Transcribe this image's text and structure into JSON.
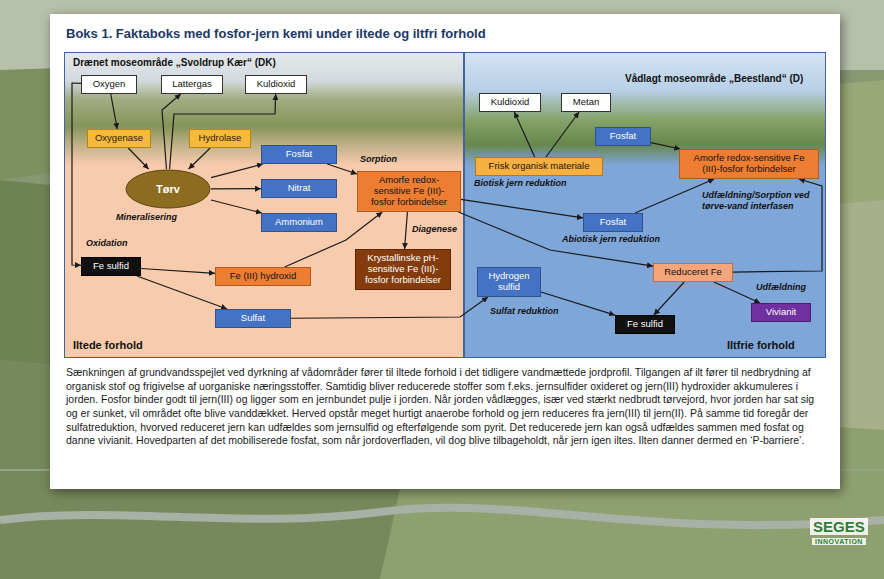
{
  "diagram": {
    "title": "Boks 1. Faktaboks med fosfor-jern kemi under iltede og iltfri forhold",
    "caption": "Sænkningen af grundvandsspejlet ved dyrkning af vådområder fører til iltede forhold i det tidligere vandmættede jordprofil. Tilgangen af ilt fører til nedbrydning af organisk stof og frigivelse af uorganiske næringsstoffer. Samtidig bliver reducerede stoffer som f.eks. jernsulfider oxideret og jern(III) hydroxider akkumuleres i jorden. Fosfor binder godt til jern(III) og ligger som en jernbundet pulje i jorden. Når jorden vådlægges, især ved stærkt nedbrudt tørvejord, hvor jorden har sat sig og er sunket, vil området ofte blive vanddækket. Herved opstår meget hurtigt anaerobe forhold og jern reduceres fra jern(III) til jern(II). På samme tid foregår der sulfatreduktion, hvorved reduceret jern kan udfældes som jernsulfid og efterfølgende som pyrit. Det reducerede jern kan også udfældes sammen med fosfat og danne vivianit. Hovedparten af det mobiliserede fosfat, som når jordoverfladen, vil dog blive tilbageholdt, når jern igen iltes. Ilten danner dermed en ‘P-barriere’.",
    "nodes": [
      {
        "text": [
          "Drænet moseområde „Svoldrup Kær“ (DK)",
          "Iltede forhold"
        ]
      },
      {
        "text": [
          "Oxygen"
        ],
        "in": 0
      },
      {
        "text": [
          "Lattergas"
        ],
        "in": 0
      },
      {
        "text": [
          "Kuldioxid"
        ],
        "in": 0
      },
      {
        "text": [
          "Oxygenase"
        ],
        "in": 0
      },
      {
        "text": [
          "Hydrolase"
        ],
        "in": 0
      },
      {
        "text": [
          "Tørv"
        ],
        "in": 0
      },
      {
        "text": [
          "Fosfat"
        ],
        "in": 0
      },
      {
        "text": [
          "Nitrat"
        ],
        "in": 0
      },
      {
        "text": [
          "Ammonium"
        ],
        "in": 0
      },
      {
        "text": [
          "Amorfe redox-sensitive Fe (III)-fosfor forbindelser"
        ],
        "in": 0
      },
      {
        "text": [
          "Fe sulfid"
        ],
        "in": 0
      },
      {
        "text": [
          "Fe (III) hydroxid"
        ],
        "in": 0
      },
      {
        "text": [
          "Sulfat"
        ],
        "in": 0
      },
      {
        "text": [
          "Krystallinske pH-sensitive Fe (III)-fosfor forbindelser"
        ],
        "in": 0
      },
      {
        "text": [
          "Vådlagt moseområde „Beestland“ (D)",
          "Iltfrie forhold"
        ]
      },
      {
        "text": [
          "Kuldioxid"
        ],
        "in": 15
      },
      {
        "text": [
          "Metan"
        ],
        "in": 15
      },
      {
        "text": [
          "Fosfat"
        ],
        "in": 15
      },
      {
        "text": [
          "Frisk organisk materiale"
        ],
        "in": 15
      },
      {
        "text": [
          "Amorfe redox-sensitive Fe (III)-fosfor forbindelser"
        ],
        "in": 15
      },
      {
        "text": [
          "Fosfat"
        ],
        "in": 15
      },
      {
        "text": [
          "Hydrogen sulfid"
        ],
        "in": 15
      },
      {
        "text": [
          "Reduceret Fe"
        ],
        "in": 15
      },
      {
        "text": [
          "Fe sulfid"
        ],
        "in": 15
      },
      {
        "text": [
          "Vivianit"
        ],
        "in": 15
      }
    ],
    "edges": [
      {
        "from": 1,
        "to": 4,
        "arrow": "to"
      },
      {
        "from": 1,
        "to": 11,
        "arrow": "to"
      },
      {
        "from": 4,
        "to": 6,
        "arrow": "to"
      },
      {
        "from": 5,
        "to": 6,
        "arrow": "to"
      },
      {
        "from": 6,
        "to": 2,
        "arrow": "to"
      },
      {
        "from": 6,
        "to": 3,
        "arrow": "to"
      },
      {
        "from": 6,
        "to": 7,
        "arrow": "to"
      },
      {
        "from": 6,
        "to": 8,
        "arrow": "to"
      },
      {
        "from": 6,
        "to": 9,
        "arrow": "to"
      },
      {
        "from": 7,
        "to": 10,
        "arrow": "to"
      },
      {
        "from": 11,
        "to": 12,
        "arrow": "to"
      },
      {
        "from": 11,
        "to": 13,
        "arrow": "to"
      },
      {
        "from": 12,
        "to": 10,
        "arrow": "to"
      },
      {
        "from": 10,
        "to": 14,
        "arrow": "to"
      },
      {
        "from": 10,
        "to": 21,
        "arrow": "to"
      },
      {
        "from": 10,
        "to": 23,
        "arrow": "to"
      },
      {
        "from": 13,
        "to": 22,
        "arrow": "to"
      },
      {
        "from": 19,
        "to": 16,
        "arrow": "to"
      },
      {
        "from": 19,
        "to": 17,
        "arrow": "to"
      },
      {
        "from": 18,
        "to": 20,
        "arrow": "to"
      },
      {
        "from": 21,
        "to": 20,
        "arrow": "to"
      },
      {
        "from": 23,
        "to": 20,
        "arrow": "to"
      },
      {
        "from": 23,
        "to": 25,
        "arrow": "to"
      },
      {
        "from": 22,
        "to": 24,
        "arrow": "to"
      },
      {
        "from": 23,
        "to": 24,
        "arrow": "to"
      }
    ],
    "labels": [
      "Sorption",
      "Mineralisering",
      "Oxidation",
      "Diagenese",
      "Biotisk jern reduktion",
      "Abiotisk jern reduktion",
      "Udfældning/Sorption ved tørve-vand interfasen",
      "Udfældning",
      "Sulfat reduktion",
      "SEGES",
      "INNOVATION"
    ]
  }
}
